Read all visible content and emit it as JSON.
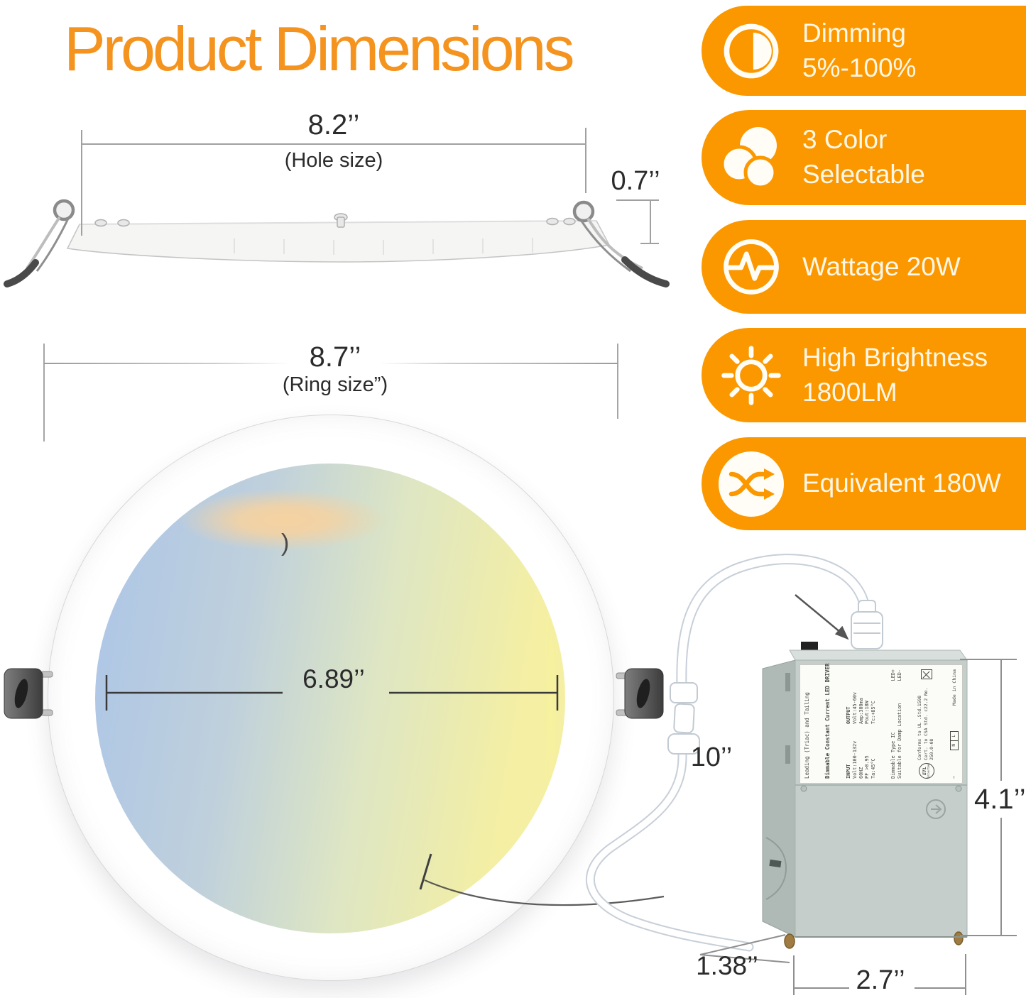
{
  "title": "Product Dimensions",
  "colors": {
    "title_orange": "#F5931F",
    "badge_orange": "#FB9800",
    "badge_text": "#FFF7E8"
  },
  "badges": [
    {
      "icon": "dimming-icon",
      "lines": [
        "Dimming",
        "5%-100%"
      ]
    },
    {
      "icon": "three-color-icon",
      "lines": [
        "3 Color",
        "Selectable"
      ]
    },
    {
      "icon": "wattage-icon",
      "lines": [
        "Wattage 20W"
      ]
    },
    {
      "icon": "brightness-icon",
      "lines": [
        "High Brightness",
        "1800LM"
      ]
    },
    {
      "icon": "equivalent-icon",
      "lines": [
        "Equivalent 180W"
      ]
    }
  ],
  "dimensions": {
    "hole_size": "8.2’’",
    "hole_size_label": "(Hole size)",
    "panel_height": "0.7’’",
    "ring_size": "8.7’’",
    "ring_size_label": "(Ring size”)",
    "lens_diameter": "6.89’’",
    "cable_length": "10’’",
    "box_height": "4.1’’",
    "box_depth": "1.38’’",
    "box_width": "2.7’’"
  },
  "stray_mark": ")",
  "driver_label": {
    "line1": "Leading (Triac) and Tailing",
    "line2": "Dimmable Constant Current LED DRIVER",
    "input_header": "INPUT",
    "output_header": "OUTPUT",
    "input_rows": [
      "Volt:100-132v",
      "60HZ",
      "PF >0.95",
      "Ta:45°C"
    ],
    "output_rows": [
      "Volt:45-60v",
      "Amp:300ma",
      "Pout:18W",
      "Tc:+85°C"
    ],
    "type_line": "Dimmable Type IC",
    "location_line": "Suitable for Damp Location",
    "led_plus": "LED+",
    "led_minus": "LED-",
    "etl": "ETL",
    "etl_sub": "Intertek",
    "ul_line": "Conforms to UL .Std.1598",
    "csa_line": "Cert. to CSA Std. c22.2 No. 250.0-08",
    "tilde": "~",
    "terminal_n": "N",
    "terminal_l": "L",
    "made_in": "Made in China"
  }
}
